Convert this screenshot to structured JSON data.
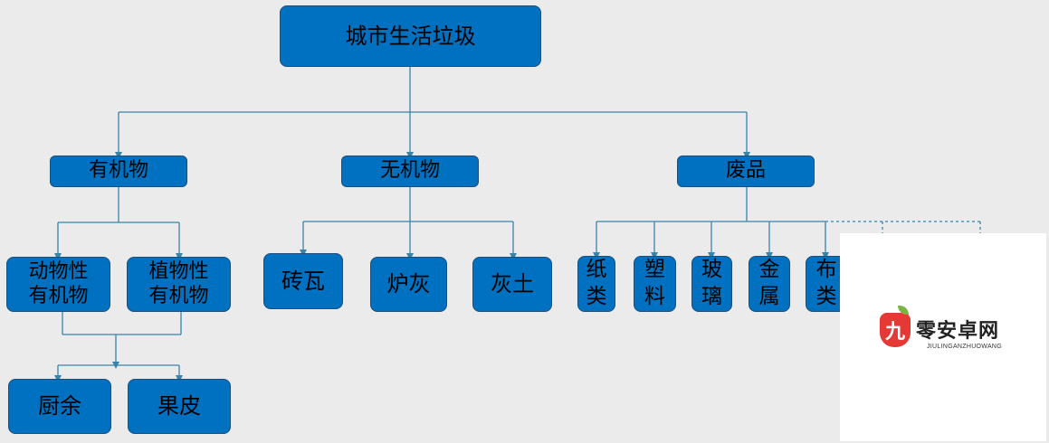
{
  "colors": {
    "node_fill": "#0070c0",
    "node_border": "#1f4e79",
    "connector": "#3a84a8",
    "background": "#ebebeb"
  },
  "root": {
    "label": "城市生活垃圾"
  },
  "level1": {
    "organic": "有机物",
    "inorganic": "无机物",
    "waste": "废品"
  },
  "organic": {
    "animal": "动物性\n有机物",
    "plant": "植物性\n有机物",
    "kitchen": "厨余",
    "peel": "果皮"
  },
  "inorganic": {
    "brick": "砖瓦",
    "ash": "炉灰",
    "soil": "灰土"
  },
  "waste": {
    "paper": "纸\n类",
    "plastic": "塑\n料",
    "glass": "玻\n璃",
    "metal": "金\n属",
    "cloth": "布\n类"
  },
  "watermark": {
    "logo_char": "九",
    "title": "零安卓网",
    "subtitle": "JIULINGANZHUOWANG"
  }
}
